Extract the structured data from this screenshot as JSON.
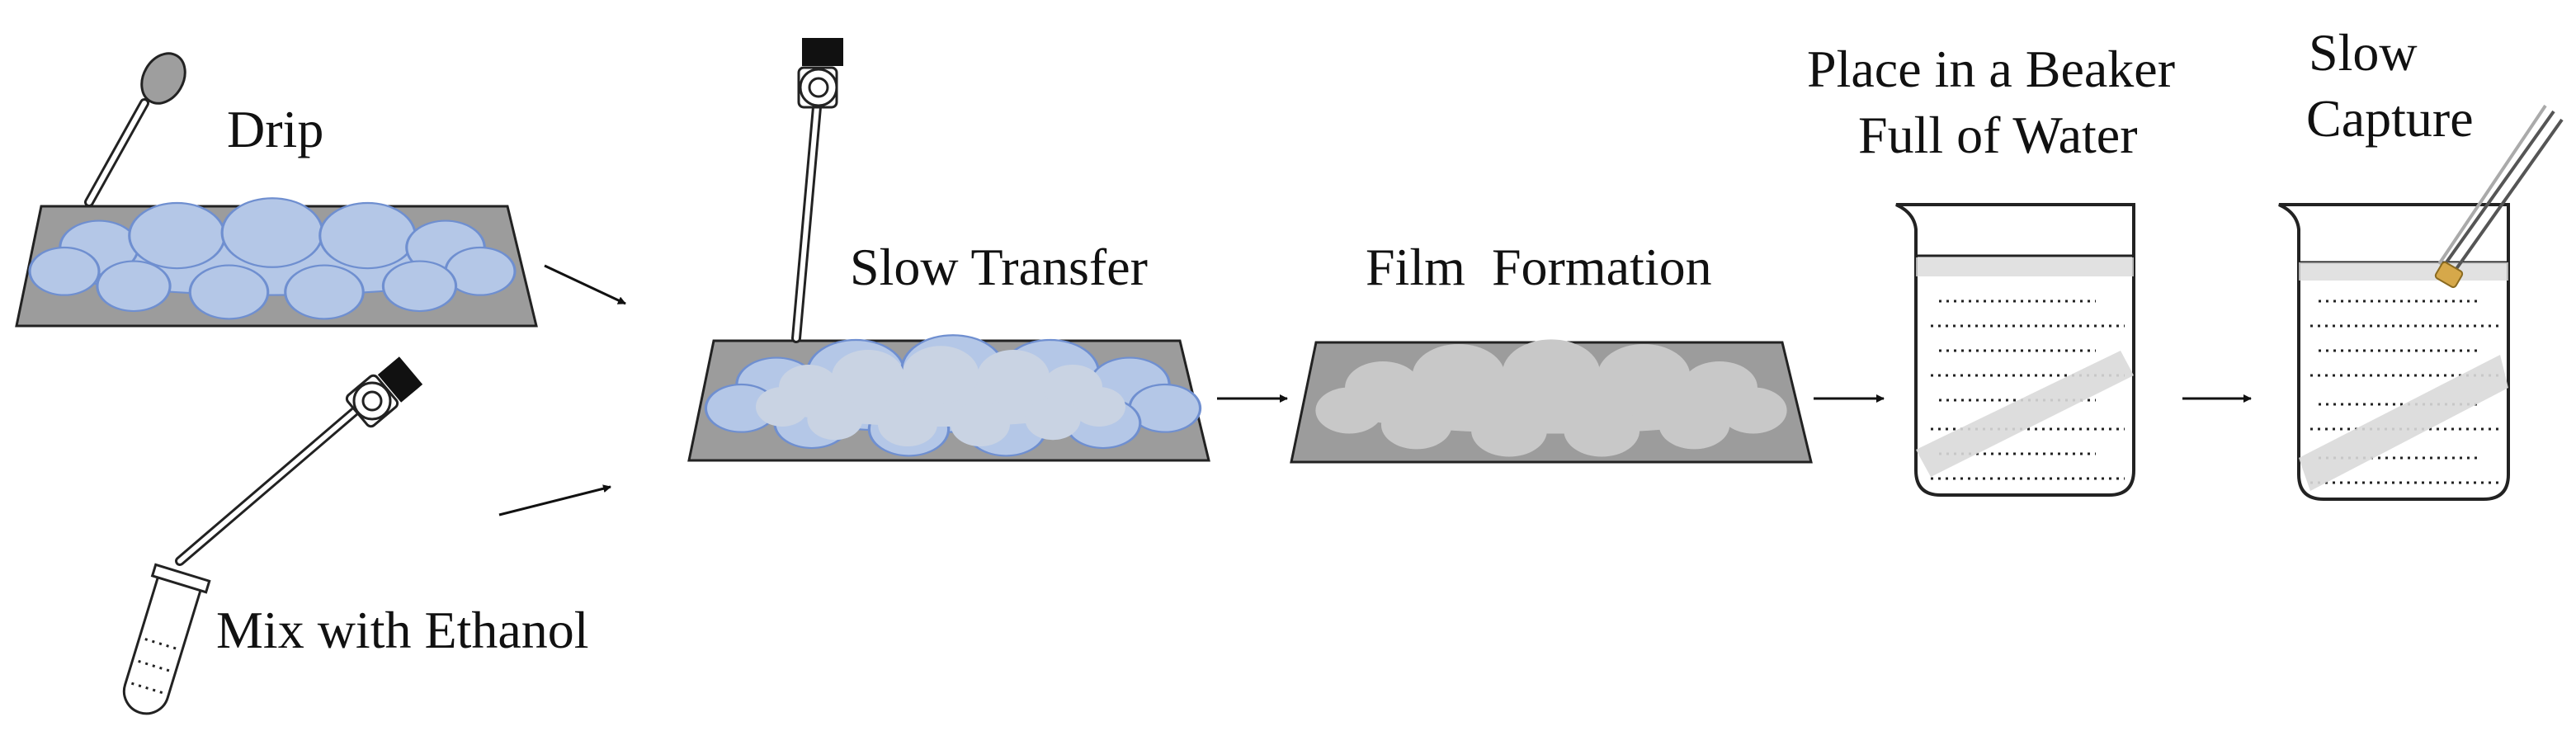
{
  "labels": {
    "drip": "Drip",
    "mix": "Mix with Ethanol",
    "slow_transfer": "Slow Transfer",
    "film_formation": "Film  Formation",
    "beaker_line1": "Place in a Beaker",
    "beaker_line2": "Full of Water",
    "capture_line1": "Slow",
    "capture_line2": "Capture"
  },
  "colors": {
    "plate": "#9c9c9c",
    "cloud": "#b4c7e7",
    "film": "#c8c8c8",
    "strip": "#d9d9d9",
    "film_piece": "#d6a84a",
    "ink": "#111111"
  },
  "icons": [
    "dropper-icon",
    "pipette-icon",
    "test-tube-icon",
    "tweezers-icon",
    "beaker-icon"
  ]
}
